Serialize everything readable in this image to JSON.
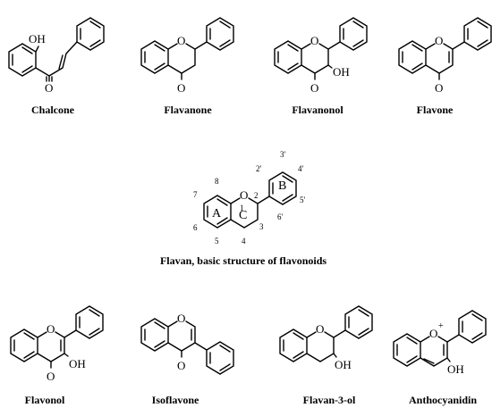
{
  "structures": [
    {
      "id": "chalcone",
      "caption": "Chalcone",
      "labels": {
        "oh": "OH",
        "o": "O"
      }
    },
    {
      "id": "flavanone",
      "caption": "Flavanone",
      "labels": {
        "o_ring": "O",
        "o": "O"
      }
    },
    {
      "id": "flavanonol",
      "caption": "Flavanonol",
      "labels": {
        "o_ring": "O",
        "o": "O",
        "oh": "OH"
      }
    },
    {
      "id": "flavone",
      "caption": "Flavone",
      "labels": {
        "o_ring": "O",
        "o": "O"
      }
    },
    {
      "id": "flavan",
      "caption": "Flavan, basic structure of flavonoids",
      "labels": {
        "o_ring": "O",
        "ring_a": "A",
        "ring_b": "B",
        "ring_c": "C"
      },
      "numbers": {
        "n1": "1",
        "n2": "2",
        "n3": "3",
        "n4": "4",
        "n5": "5",
        "n6": "6",
        "n7": "7",
        "n8": "8",
        "n2p": "2'",
        "n3p": "3'",
        "n4p": "4'",
        "n5p": "5'",
        "n6p": "6'"
      }
    },
    {
      "id": "flavonol",
      "caption": "Flavonol",
      "labels": {
        "o_ring": "O",
        "o": "O",
        "oh": "OH"
      }
    },
    {
      "id": "isoflavone",
      "caption": "Isoflavone",
      "labels": {
        "o_ring": "O",
        "o": "O"
      }
    },
    {
      "id": "flavan3ol",
      "caption": "Flavan-3-ol",
      "labels": {
        "o_ring": "O",
        "oh": "OH"
      }
    },
    {
      "id": "anthocyanidin",
      "caption": "Anthocyanidin",
      "labels": {
        "o_ring": "O",
        "plus": "+",
        "oh": "OH"
      }
    }
  ]
}
